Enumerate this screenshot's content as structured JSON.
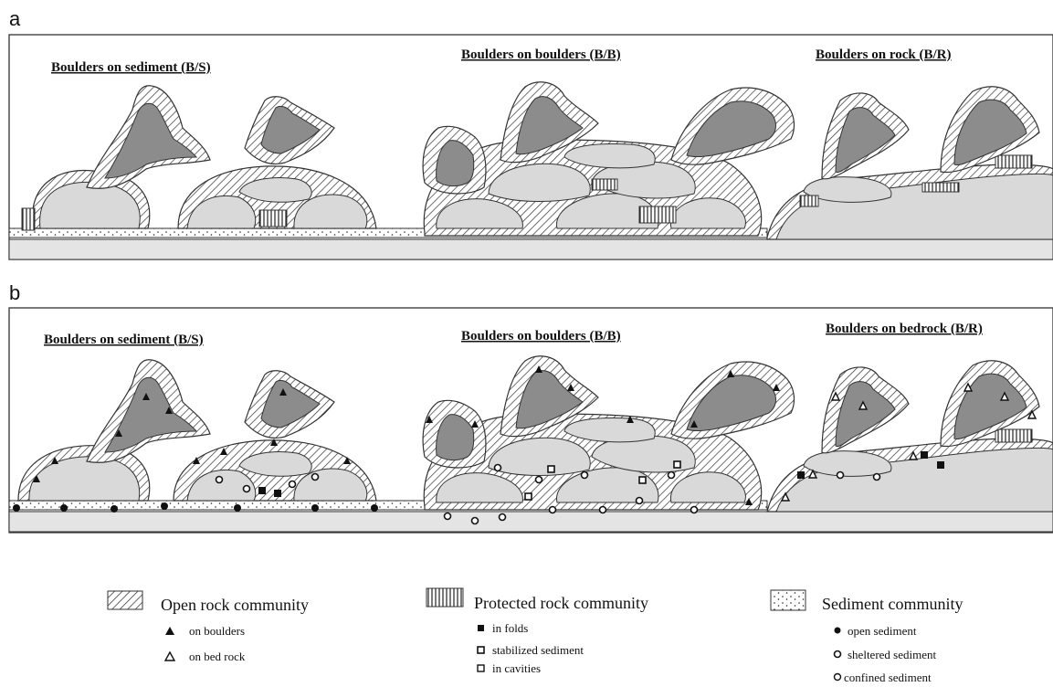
{
  "panel_a": {
    "letter": "a",
    "titles": {
      "bs": "Boulders on sediment (B/S)",
      "bb": "Boulders on boulders (B/B)",
      "br": "Boulders on rock (B/R)"
    }
  },
  "panel_b": {
    "letter": "b",
    "titles": {
      "bs": "Boulders on sediment (B/S)",
      "bb": "Boulders on boulders (B/B)",
      "br": "Boulders on bedrock (B/R)"
    }
  },
  "legend": {
    "open_rock": {
      "label": "Open rock community",
      "items": [
        "on boulders",
        "on bed rock"
      ]
    },
    "protected_rock": {
      "label": "Protected rock community",
      "items": [
        "in folds",
        "stabilized sediment",
        "in cavities"
      ]
    },
    "sediment": {
      "label": "Sediment community",
      "items": [
        "open sediment",
        "sheltered sediment",
        "confined sediment"
      ]
    }
  },
  "colors": {
    "boulder": "#d9d9d9",
    "coral": "#8c8c8c",
    "sediment": "#e4e4e4",
    "line": "#222222"
  }
}
